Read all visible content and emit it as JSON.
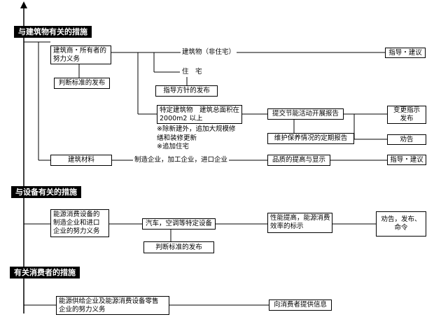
{
  "sections": {
    "building": "与建筑物有关的措施",
    "equipment": "与设备有关的措施",
    "consumer": "有关消费者的措施"
  },
  "building": {
    "owner_box": [
      "建筑商・所有者的",
      "努力义务"
    ],
    "judgment_box": "判断标准的发布",
    "non_residential": "建筑物（非住宅）",
    "guidance_advice_1": "指导・建议",
    "residential": "住　宅",
    "guideline_box": "指导方针的发布",
    "specified_box": [
      "特定建筑物　建筑总面积在",
      "2000m2 以上"
    ],
    "specified_note": [
      "※除新建外，追加大规模修",
      "缮和装修更新",
      "※追加住宅"
    ],
    "submit_report": "提交节能活动开展报告",
    "change_instruction": [
      "变更指示",
      "发布"
    ],
    "maintenance_report": "维护保养情况的定期报告",
    "recommend": "劝告",
    "materials_box": "建筑材料",
    "manufacturers": "制造企业，加工企业，进口企业",
    "quality_box": "品质的提高与显示",
    "guidance_advice_2": "指导・建议"
  },
  "equipment": {
    "manufacturer_box": [
      "能源消费设备的",
      "制造企业和进口",
      "企业的努力义务"
    ],
    "vehicles_box": "汽车，空调等特定设备",
    "judgment_box": "判断标准的发布",
    "performance_box": [
      "性能提高，能源消费",
      "效率的标示"
    ],
    "orders_box": [
      "劝告，发布、",
      "命令"
    ]
  },
  "consumer": {
    "suppliers_box": [
      "能源供给企业及能源消费设备零售",
      "企业的努力义务"
    ],
    "info_box": "向消费者提供信息"
  }
}
